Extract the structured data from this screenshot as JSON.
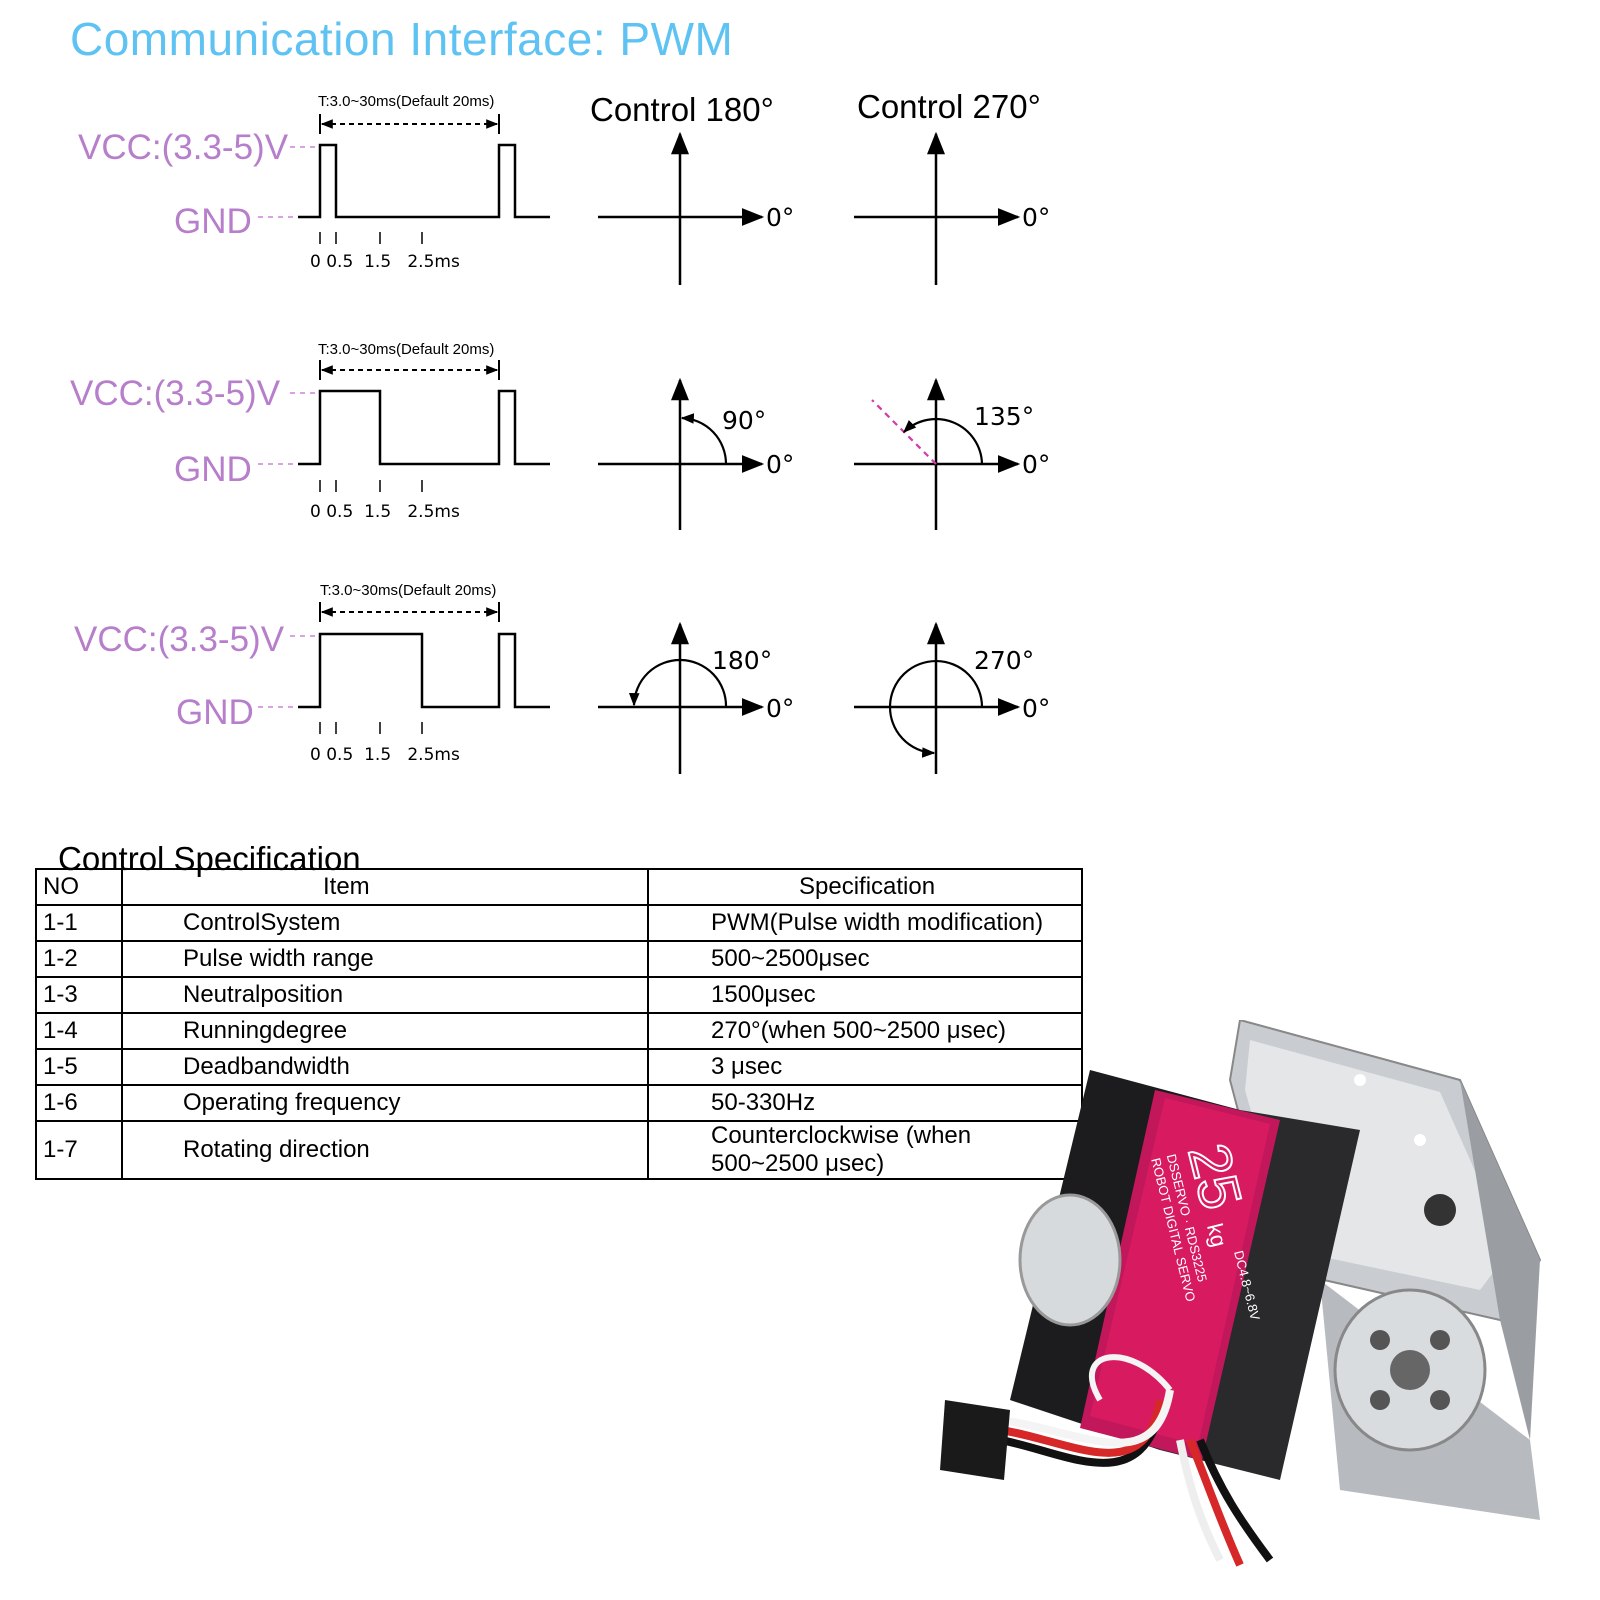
{
  "title": "Communication Interface: PWM",
  "period_label": "T:3.0~30ms(Default 20ms)",
  "vcc_label": "VCC:(3.3-5)V",
  "gnd_label": "GND",
  "tick_labels": [
    "0",
    "0.5",
    "1.5",
    "2.5ms"
  ],
  "control_headers": [
    "Control 180°",
    "Control 270°"
  ],
  "rows": [
    {
      "pulse_ms": 0.5,
      "c180_label": "0°",
      "c270_label": "0°",
      "c180_angle": "",
      "c270_angle": ""
    },
    {
      "pulse_ms": 1.5,
      "c180_label": "0°",
      "c270_label": "0°",
      "c180_angle": "90°",
      "c270_angle": "135°"
    },
    {
      "pulse_ms": 2.5,
      "c180_label": "0°",
      "c270_label": "0°",
      "c180_angle": "180°",
      "c270_angle": "270°"
    }
  ],
  "spec": {
    "title": "Control Specification",
    "headers": [
      "NO",
      "Item",
      "Specification"
    ],
    "rows": [
      [
        "1-1",
        "ControlSystem",
        "PWM(Pulse width modification)"
      ],
      [
        "1-2",
        "Pulse width range",
        "500~2500μsec"
      ],
      [
        "1-3",
        "Neutralposition",
        "1500μsec"
      ],
      [
        "1-4",
        "Runningdegree",
        "270°(when 500~2500 μsec)"
      ],
      [
        "1-5",
        "Deadbandwidth",
        "3 μsec"
      ],
      [
        "1-6",
        "Operating frequency",
        "50-330Hz"
      ],
      [
        "1-7",
        "Rotating direction",
        "Counterclockwise (when 500~2500 μsec)"
      ]
    ]
  },
  "servo": {
    "capacity": "25",
    "unit": "kg",
    "brand_line": "DSSERVO · RDS3225",
    "sub_line": "ROBOT DIGITAL SERVO",
    "voltage": "DC4.8~6.8V"
  }
}
